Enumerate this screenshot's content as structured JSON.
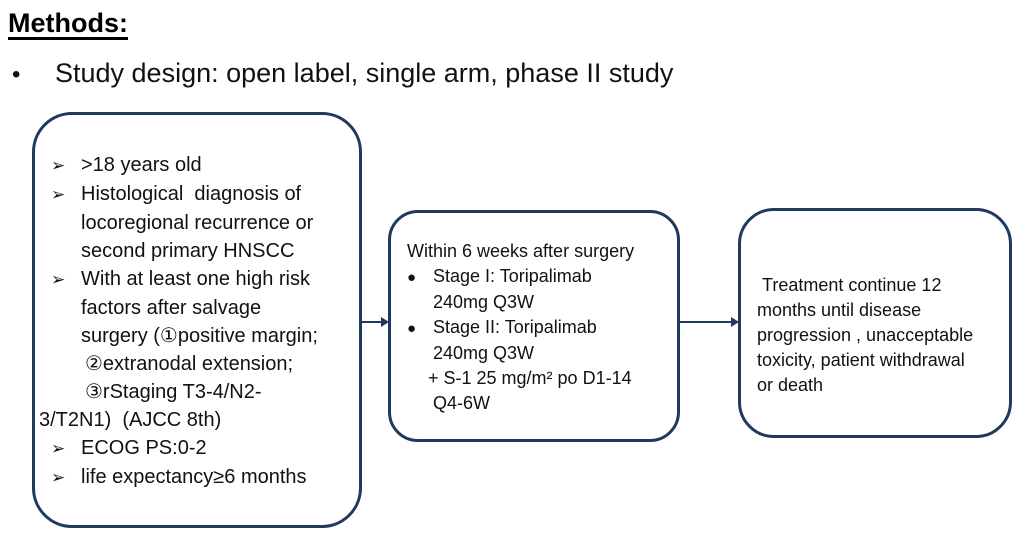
{
  "page": {
    "title": "Methods:",
    "bullet_marker": "•",
    "study_design": "Study design: open label, single arm, phase II study"
  },
  "eligibility_box": {
    "items": [
      {
        "marker": "➢",
        "text": ">18 years old"
      },
      {
        "marker": "➢",
        "text": "Histological  diagnosis of"
      },
      {
        "text": "locoregional recurrence or"
      },
      {
        "text": "second primary HNSCC"
      },
      {
        "marker": "➢",
        "text": "With at least one high risk"
      },
      {
        "text": "factors after salvage"
      },
      {
        "text": "surgery (①positive margin;"
      },
      {
        "text": "②extranodal extension;"
      },
      {
        "text": "③rStaging T3-4/N2-"
      },
      {
        "text": "3/T2N1)  (AJCC 8th)"
      },
      {
        "marker": "➢",
        "text": "ECOG PS:0-2"
      },
      {
        "marker": "➢",
        "text": "life expectancy≥6 months"
      }
    ]
  },
  "treatment_box": {
    "heading": "Within 6 weeks after surgery",
    "items": [
      {
        "marker": "●",
        "text": "Stage I: Toripalimab"
      },
      {
        "text": "240mg Q3W"
      },
      {
        "marker": "●",
        "text": "Stage II: Toripalimab"
      },
      {
        "text": "240mg Q3W"
      },
      {
        "text": "+ S-1 25 mg/m² po D1-14"
      },
      {
        "text": "Q4-6W"
      }
    ]
  },
  "followup_box": {
    "lines": [
      " Treatment continue 12",
      "months until disease",
      "progression , unacceptable",
      "toxicity, patient withdrawal",
      "or death"
    ]
  },
  "colors": {
    "border": "#1f3a5c",
    "text": "#111111",
    "background": "#ffffff"
  }
}
